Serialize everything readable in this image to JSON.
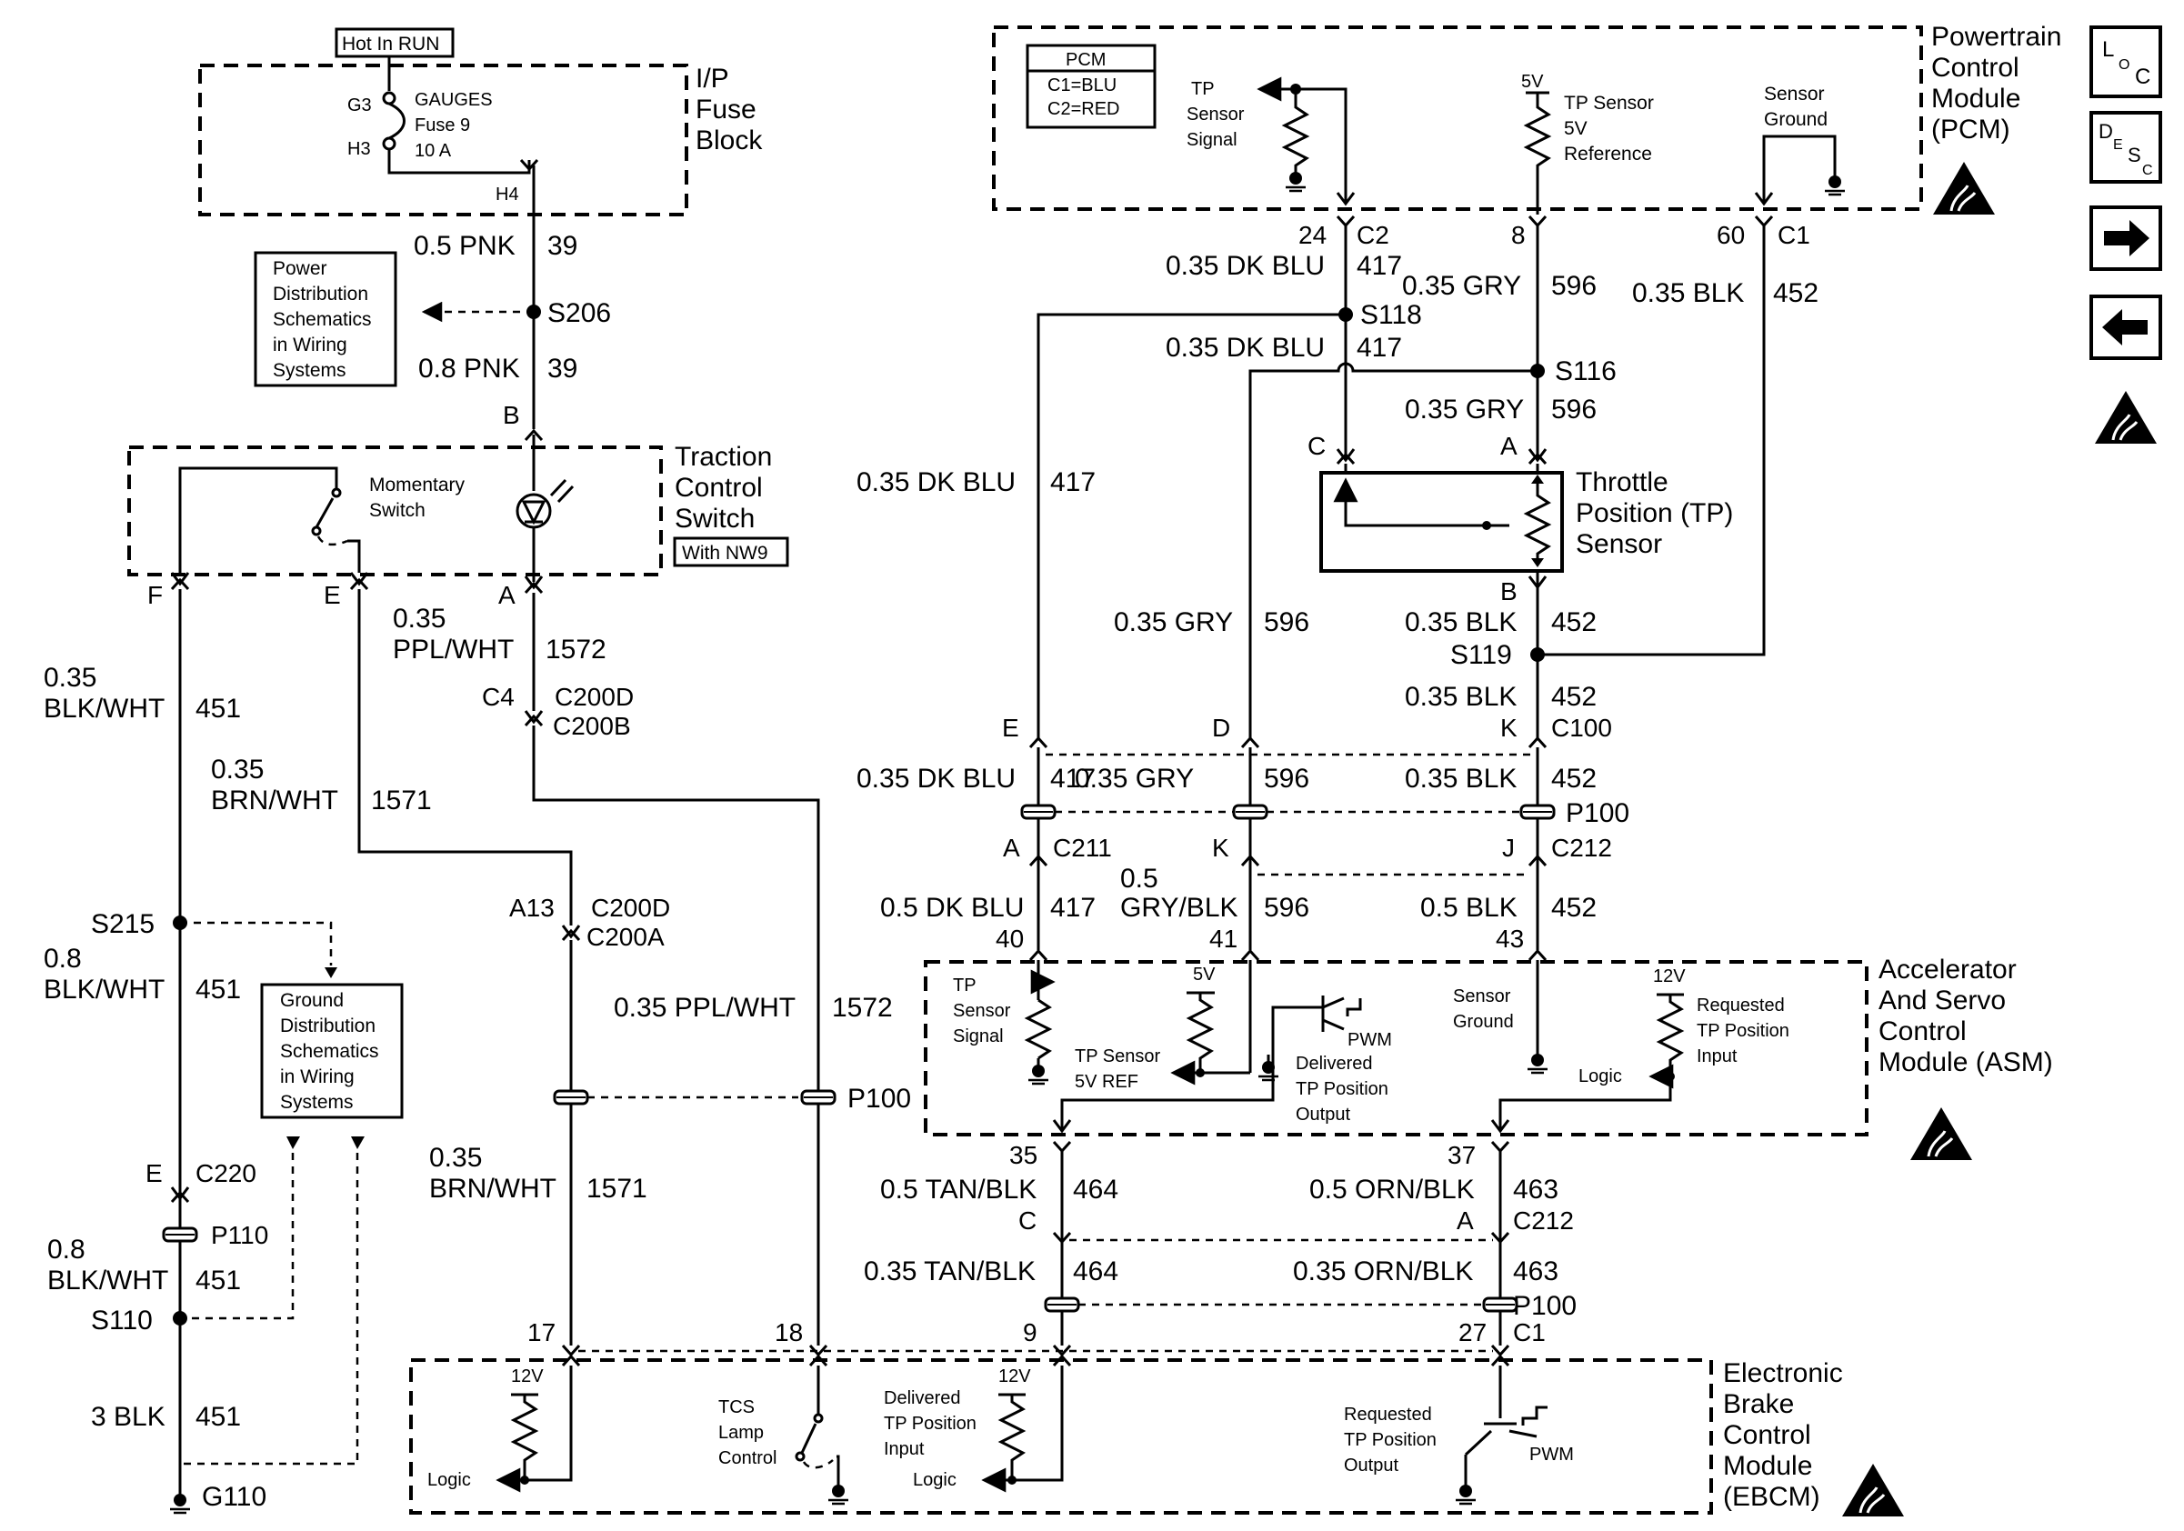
{
  "fuse_block": {
    "title": [
      "I/P",
      "Fuse",
      "Block"
    ],
    "hot_label": "Hot In RUN",
    "fuse_lines": [
      "GAUGES",
      "Fuse 9",
      "10 A"
    ],
    "pin_g3": "G3",
    "pin_h3": "H3",
    "pin_h4": "H4"
  },
  "power_dist": [
    "Power",
    "Distribution",
    "Schematics",
    "in Wiring",
    "Systems"
  ],
  "ground_dist": [
    "Ground",
    "Distribution",
    "Schematics",
    "in Wiring",
    "Systems"
  ],
  "tcs_switch": {
    "title": [
      "Traction",
      "Control",
      "Switch"
    ],
    "option_badge": "With NW9",
    "momentary": [
      "Momentary",
      "Switch"
    ],
    "pin_f": "F",
    "pin_e": "E",
    "pin_a": "A",
    "pin_b": "B"
  },
  "wire_labels_left": [
    {
      "id": "w39a",
      "gauge": "0.5 PNK",
      "circuit": "39"
    },
    {
      "id": "w39b",
      "gauge": "0.8 PNK",
      "circuit": "39"
    },
    {
      "id": "w1572a",
      "gauge": [
        "0.35",
        "PPL/WHT"
      ],
      "circuit": "1572"
    },
    {
      "id": "w451a",
      "gauge": [
        "0.35",
        "BLK/WHT"
      ],
      "circuit": "451"
    },
    {
      "id": "w1571a",
      "gauge": [
        "0.35",
        "BRN/WHT"
      ],
      "circuit": "1571"
    },
    {
      "id": "w451b",
      "gauge": [
        "0.8",
        "BLK/WHT"
      ],
      "circuit": "451"
    },
    {
      "id": "w1572b",
      "gauge": "0.35 PPL/WHT",
      "circuit": "1572"
    },
    {
      "id": "w1571b",
      "gauge": [
        "0.35",
        "BRN/WHT"
      ],
      "circuit": "1571"
    },
    {
      "id": "w451c",
      "gauge": [
        "0.8",
        "BLK/WHT"
      ],
      "circuit": "451"
    },
    {
      "id": "w451d",
      "gauge": "3 BLK",
      "circuit": "451"
    }
  ],
  "splices": {
    "s206": "S206",
    "s215": "S215",
    "s110": "S110",
    "g110": "G110",
    "s118": "S118",
    "s116": "S116",
    "s119": "S119"
  },
  "connectors_left": {
    "c4": "C4",
    "c200d_1": "C200D",
    "c200b": "C200B",
    "a13": "A13",
    "c200d_2": "C200D",
    "c200a": "C200A",
    "p100_mid": "P100",
    "e_c220": "E",
    "c220": "C220",
    "p110": "P110"
  },
  "pcm": {
    "title": [
      "Powertrain",
      "Control",
      "Module",
      "(PCM)"
    ],
    "legend": [
      "PCM",
      "C1=BLU",
      "C2=RED"
    ],
    "tp_signal": [
      "TP",
      "Sensor",
      "Signal"
    ],
    "ref_5v": "5V",
    "tp_ref": [
      "TP Sensor",
      "5V",
      "Reference"
    ],
    "sensor_ground": [
      "Sensor",
      "Ground"
    ],
    "pin24": "24",
    "c2": "C2",
    "pin8": "8",
    "pin60": "60",
    "c1": "C1"
  },
  "wire_labels_right": [
    {
      "id": "r417a",
      "gauge": "0.35 DK BLU",
      "circuit": "417"
    },
    {
      "id": "r596a",
      "gauge": "0.35 GRY",
      "circuit": "596"
    },
    {
      "id": "r452a",
      "gauge": "0.35 BLK",
      "circuit": "452"
    },
    {
      "id": "r417b",
      "gauge": "0.35 DK BLU",
      "circuit": "417"
    },
    {
      "id": "r596b",
      "gauge": "0.35 GRY",
      "circuit": "596"
    },
    {
      "id": "r417c",
      "gauge": "0.35 DK BLU",
      "circuit": "417"
    },
    {
      "id": "r596c",
      "gauge": "0.35 GRY",
      "circuit": "596"
    },
    {
      "id": "r452b",
      "gauge": "0.35 BLK",
      "circuit": "452"
    },
    {
      "id": "r452c",
      "gauge": "0.35 BLK",
      "circuit": "452"
    },
    {
      "id": "r417d",
      "gauge": "0.35 DK BLU",
      "circuit": "417"
    },
    {
      "id": "r596d",
      "gauge": "0.35 GRY",
      "circuit": "596"
    },
    {
      "id": "r452d",
      "gauge": "0.35 BLK",
      "circuit": "452"
    },
    {
      "id": "r417e",
      "gauge": "0.5 DK BLU",
      "circuit": "417"
    },
    {
      "id": "r596e",
      "gauge": [
        "0.5",
        "GRY/BLK"
      ],
      "circuit": "596"
    },
    {
      "id": "r452e",
      "gauge": "0.5 BLK",
      "circuit": "452"
    },
    {
      "id": "r464a",
      "gauge": "0.5 TAN/BLK",
      "circuit": "464"
    },
    {
      "id": "r463a",
      "gauge": "0.5 ORN/BLK",
      "circuit": "463"
    },
    {
      "id": "r464b",
      "gauge": "0.35 TAN/BLK",
      "circuit": "464"
    },
    {
      "id": "r463b",
      "gauge": "0.35 ORN/BLK",
      "circuit": "463"
    }
  ],
  "tp_sensor": {
    "title": [
      "Throttle",
      "Position (TP)",
      "Sensor"
    ],
    "pin_c": "C",
    "pin_a": "A",
    "pin_b": "B"
  },
  "connectors_right": {
    "e": "E",
    "d": "D",
    "k": "K",
    "c100": "C100",
    "p100a": "P100",
    "a": "A",
    "c211": "C211",
    "k2": "K",
    "j": "J",
    "c212": "C212",
    "pin40": "40",
    "pin41": "41",
    "pin43": "43",
    "pin35": "35",
    "pin37": "37",
    "c": "C",
    "a2": "A",
    "c212b": "C212",
    "p100b": "P100",
    "pin9": "9",
    "pin27": "27",
    "c1": "C1",
    "pin17": "17",
    "pin18": "18"
  },
  "asm": {
    "title": [
      "Accelerator",
      "And Servo",
      "Control",
      "Module (ASM)"
    ],
    "tp_signal": [
      "TP",
      "Sensor",
      "Signal"
    ],
    "ref_5v": "5V",
    "tp_ref": [
      "TP Sensor",
      "5V REF"
    ],
    "delivered": [
      "Delivered",
      "TP Position",
      "Output"
    ],
    "pwm": "PWM",
    "sensor_ground": [
      "Sensor",
      "Ground"
    ],
    "v12": "12V",
    "requested": [
      "Requested",
      "TP Position",
      "Input"
    ],
    "logic": "Logic"
  },
  "ebcm": {
    "title": [
      "Electronic",
      "Brake",
      "Control",
      "Module",
      "(EBCM)"
    ],
    "v12a": "12V",
    "logic_a": "Logic",
    "tcs_lamp": [
      "TCS",
      "Lamp",
      "Control"
    ],
    "delivered": [
      "Delivered",
      "TP Position",
      "Input"
    ],
    "v12b": "12V",
    "logic_b": "Logic",
    "requested": [
      "Requested",
      "TP Position",
      "Output"
    ],
    "pwm": "PWM"
  },
  "nav": {
    "loc": [
      "L",
      "O",
      "C"
    ],
    "desc": [
      "D",
      "E",
      "S",
      "C"
    ],
    "next": "right-arrow-icon",
    "prev": "left-arrow-icon",
    "esd": "esd-warning-icon"
  }
}
